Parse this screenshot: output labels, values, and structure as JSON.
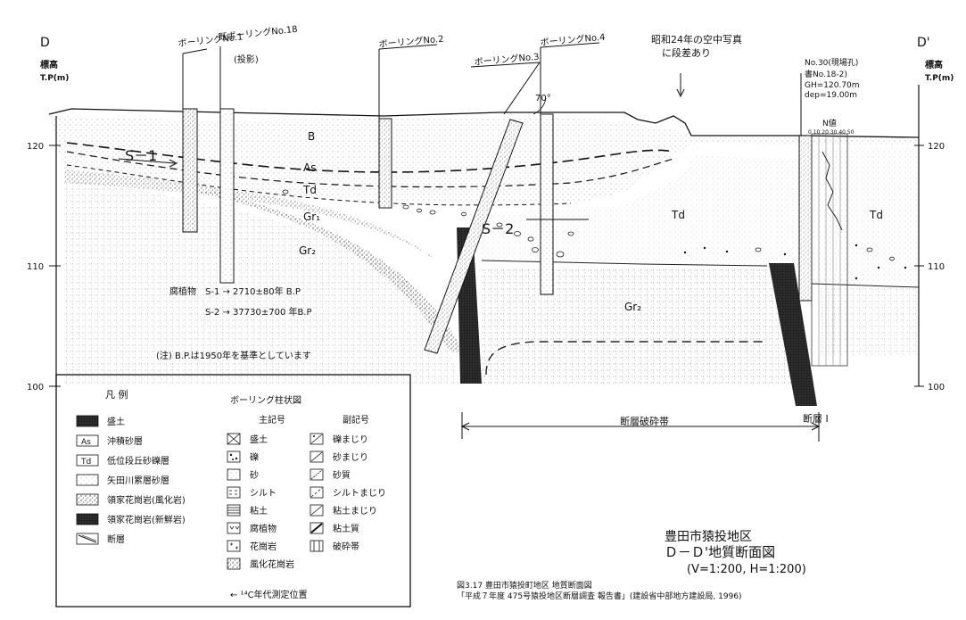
{
  "section_ends": {
    "left": "D",
    "right": "D'"
  },
  "elevation_axis": {
    "title_line1": "標高",
    "title_line2": "T.P(m)",
    "ticks": [
      "120",
      "110",
      "100"
    ]
  },
  "boreholes": {
    "no1": "ボーリングNo.1",
    "no18_line1": "既ボーリングNo.18",
    "no18_line2": "(投影)",
    "no2": "ボーリングNo.2",
    "no3": "ボーリングNo.3",
    "no4": "ボーリングNo.4",
    "no30_line1": "No.30(現場孔)",
    "no30_line2": "書No.18-2)",
    "no30_line3": "GH=120.70m",
    "no30_line4": "dep=19.00m",
    "n_value_label": "N値",
    "n_value_scale": "0 10 20 30 40 50"
  },
  "annotations": {
    "aerial_photo_line1": "昭和24年の空中写真",
    "aerial_photo_line2": "に段差あり",
    "dip_angle": "70°",
    "sample_s1": "S－1",
    "sample_s2": "S－2",
    "organic_title": "腐植物",
    "organic_s1": "S-1 →  2710±80年 B.P",
    "organic_s2": "S-2 → 37730±700 年B.P",
    "bp_note": "(注) B.P.は1950年を基準としています",
    "fault_zone": "断層破砕帯",
    "fault_1": "断層 I"
  },
  "layer_labels": {
    "b": "B",
    "as": "As",
    "td_left": "Td",
    "gr1": "Gr₁",
    "gr2": "Gr₂",
    "td_mid": "Td",
    "td_right": "Td",
    "gr2_right": "Gr₂"
  },
  "legend_units": {
    "title": "凡  例",
    "items": [
      {
        "symbol": "",
        "label": "盛土"
      },
      {
        "symbol": "As",
        "label": "沖積砂層"
      },
      {
        "symbol": "Td",
        "label": "低位段丘砂礫層"
      },
      {
        "symbol": "",
        "label": "矢田川累層砂層"
      },
      {
        "symbol": "",
        "label": "領家花崗岩(風化岩)"
      },
      {
        "symbol": "",
        "label": "領家花崗岩(新鮮岩)"
      },
      {
        "symbol": "",
        "label": "断層"
      }
    ]
  },
  "legend_columns": {
    "title": "ボーリング柱状図",
    "main_header": "主記号",
    "sub_header": "副記号",
    "main_items": [
      "盛土",
      "礫",
      "砂",
      "シルト",
      "粘土",
      "腐植物",
      "花崗岩",
      "風化花崗岩"
    ],
    "sub_items": [
      "礫まじり",
      "砂まじり",
      "砂質",
      "シルトまじり",
      "粘土まじり",
      "粘土質",
      "破砕帯"
    ],
    "c14_note": "← ¹⁴C年代測定位置"
  },
  "title_block": {
    "line1": "豊田市猿投地区",
    "line2": "Ｄ－Ｄ'地質断面図",
    "line3": "(V=1:200, H=1:200)"
  },
  "caption": {
    "line1": "図3.17  豊田市猿投町地区 地質断面図",
    "line2": "「平成７年度 475号猿投地区断層調査 報告書」(建設省中部地方建設局, 1996)"
  }
}
